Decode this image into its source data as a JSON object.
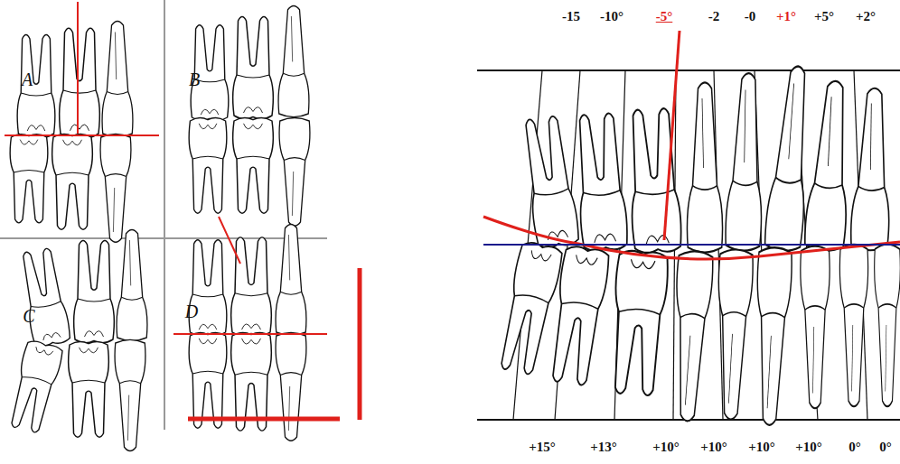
{
  "diagram": {
    "labels": [
      "A",
      "B",
      "C",
      "D",
      "-15",
      "-10°",
      "-5°",
      "-2",
      "-0",
      "+1°",
      "+5°",
      "+2°",
      "+15°",
      "+13°",
      "+10°",
      "+10°",
      "+10°",
      "+10°",
      "0°",
      "0°"
    ]
  }
}
